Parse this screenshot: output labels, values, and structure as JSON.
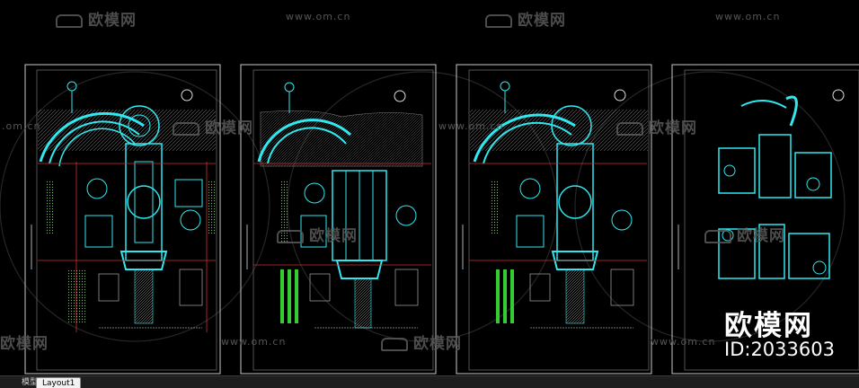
{
  "watermark": {
    "brand": "欧模网",
    "url": "www.om.cn",
    "url_partial": ".om.cn",
    "id_text": "ID:2033603"
  },
  "tabs": [
    {
      "label": "模型",
      "active": false
    },
    {
      "label": "Layout1",
      "active": true
    }
  ],
  "colors": {
    "background": "#000000",
    "cad_cyan": "#2fe8f0",
    "cad_green": "#33cc33",
    "cad_red": "#d03030",
    "sheet_border": "#c8c8c8"
  }
}
